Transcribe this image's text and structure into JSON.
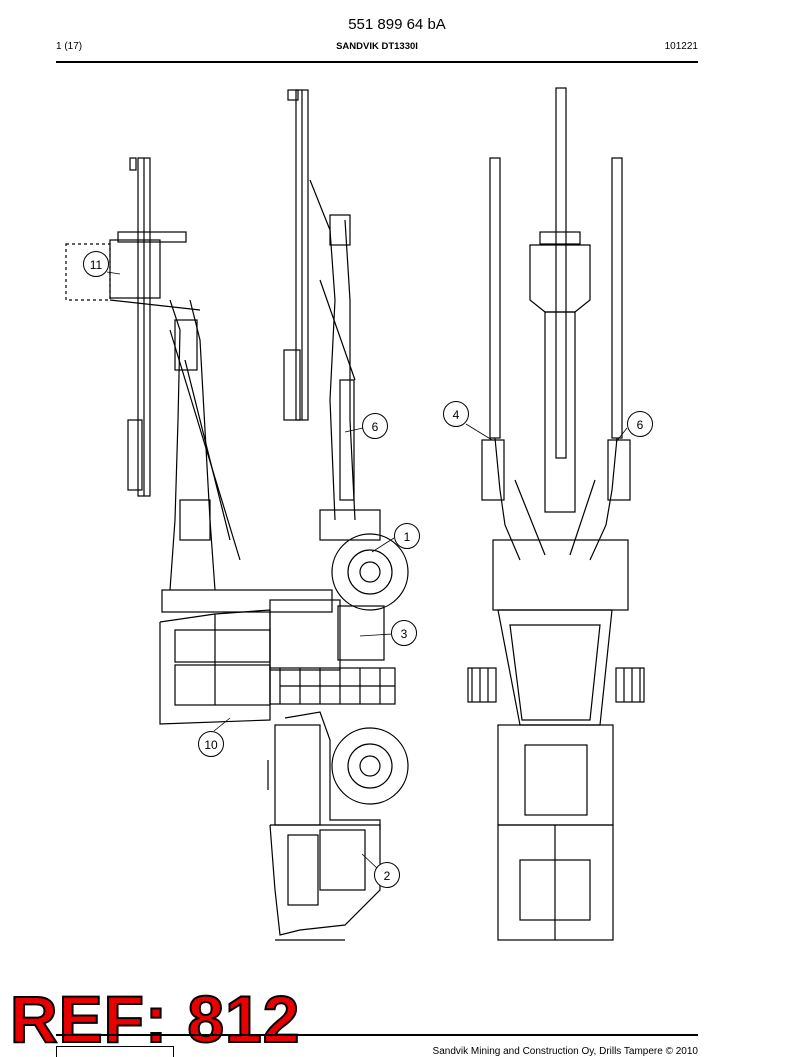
{
  "header": {
    "document_number": "551 899 64 bA",
    "page_count": "1 (17)",
    "model": "SANDVIK DT1330I",
    "date_code": "101221"
  },
  "callouts": [
    "11",
    "6",
    "1",
    "3",
    "10",
    "2",
    "4",
    "6"
  ],
  "watermark": "REF: 812",
  "footer": {
    "copyright": "Sandvik Mining and Construction Oy, Drills Tampere © 2010"
  }
}
